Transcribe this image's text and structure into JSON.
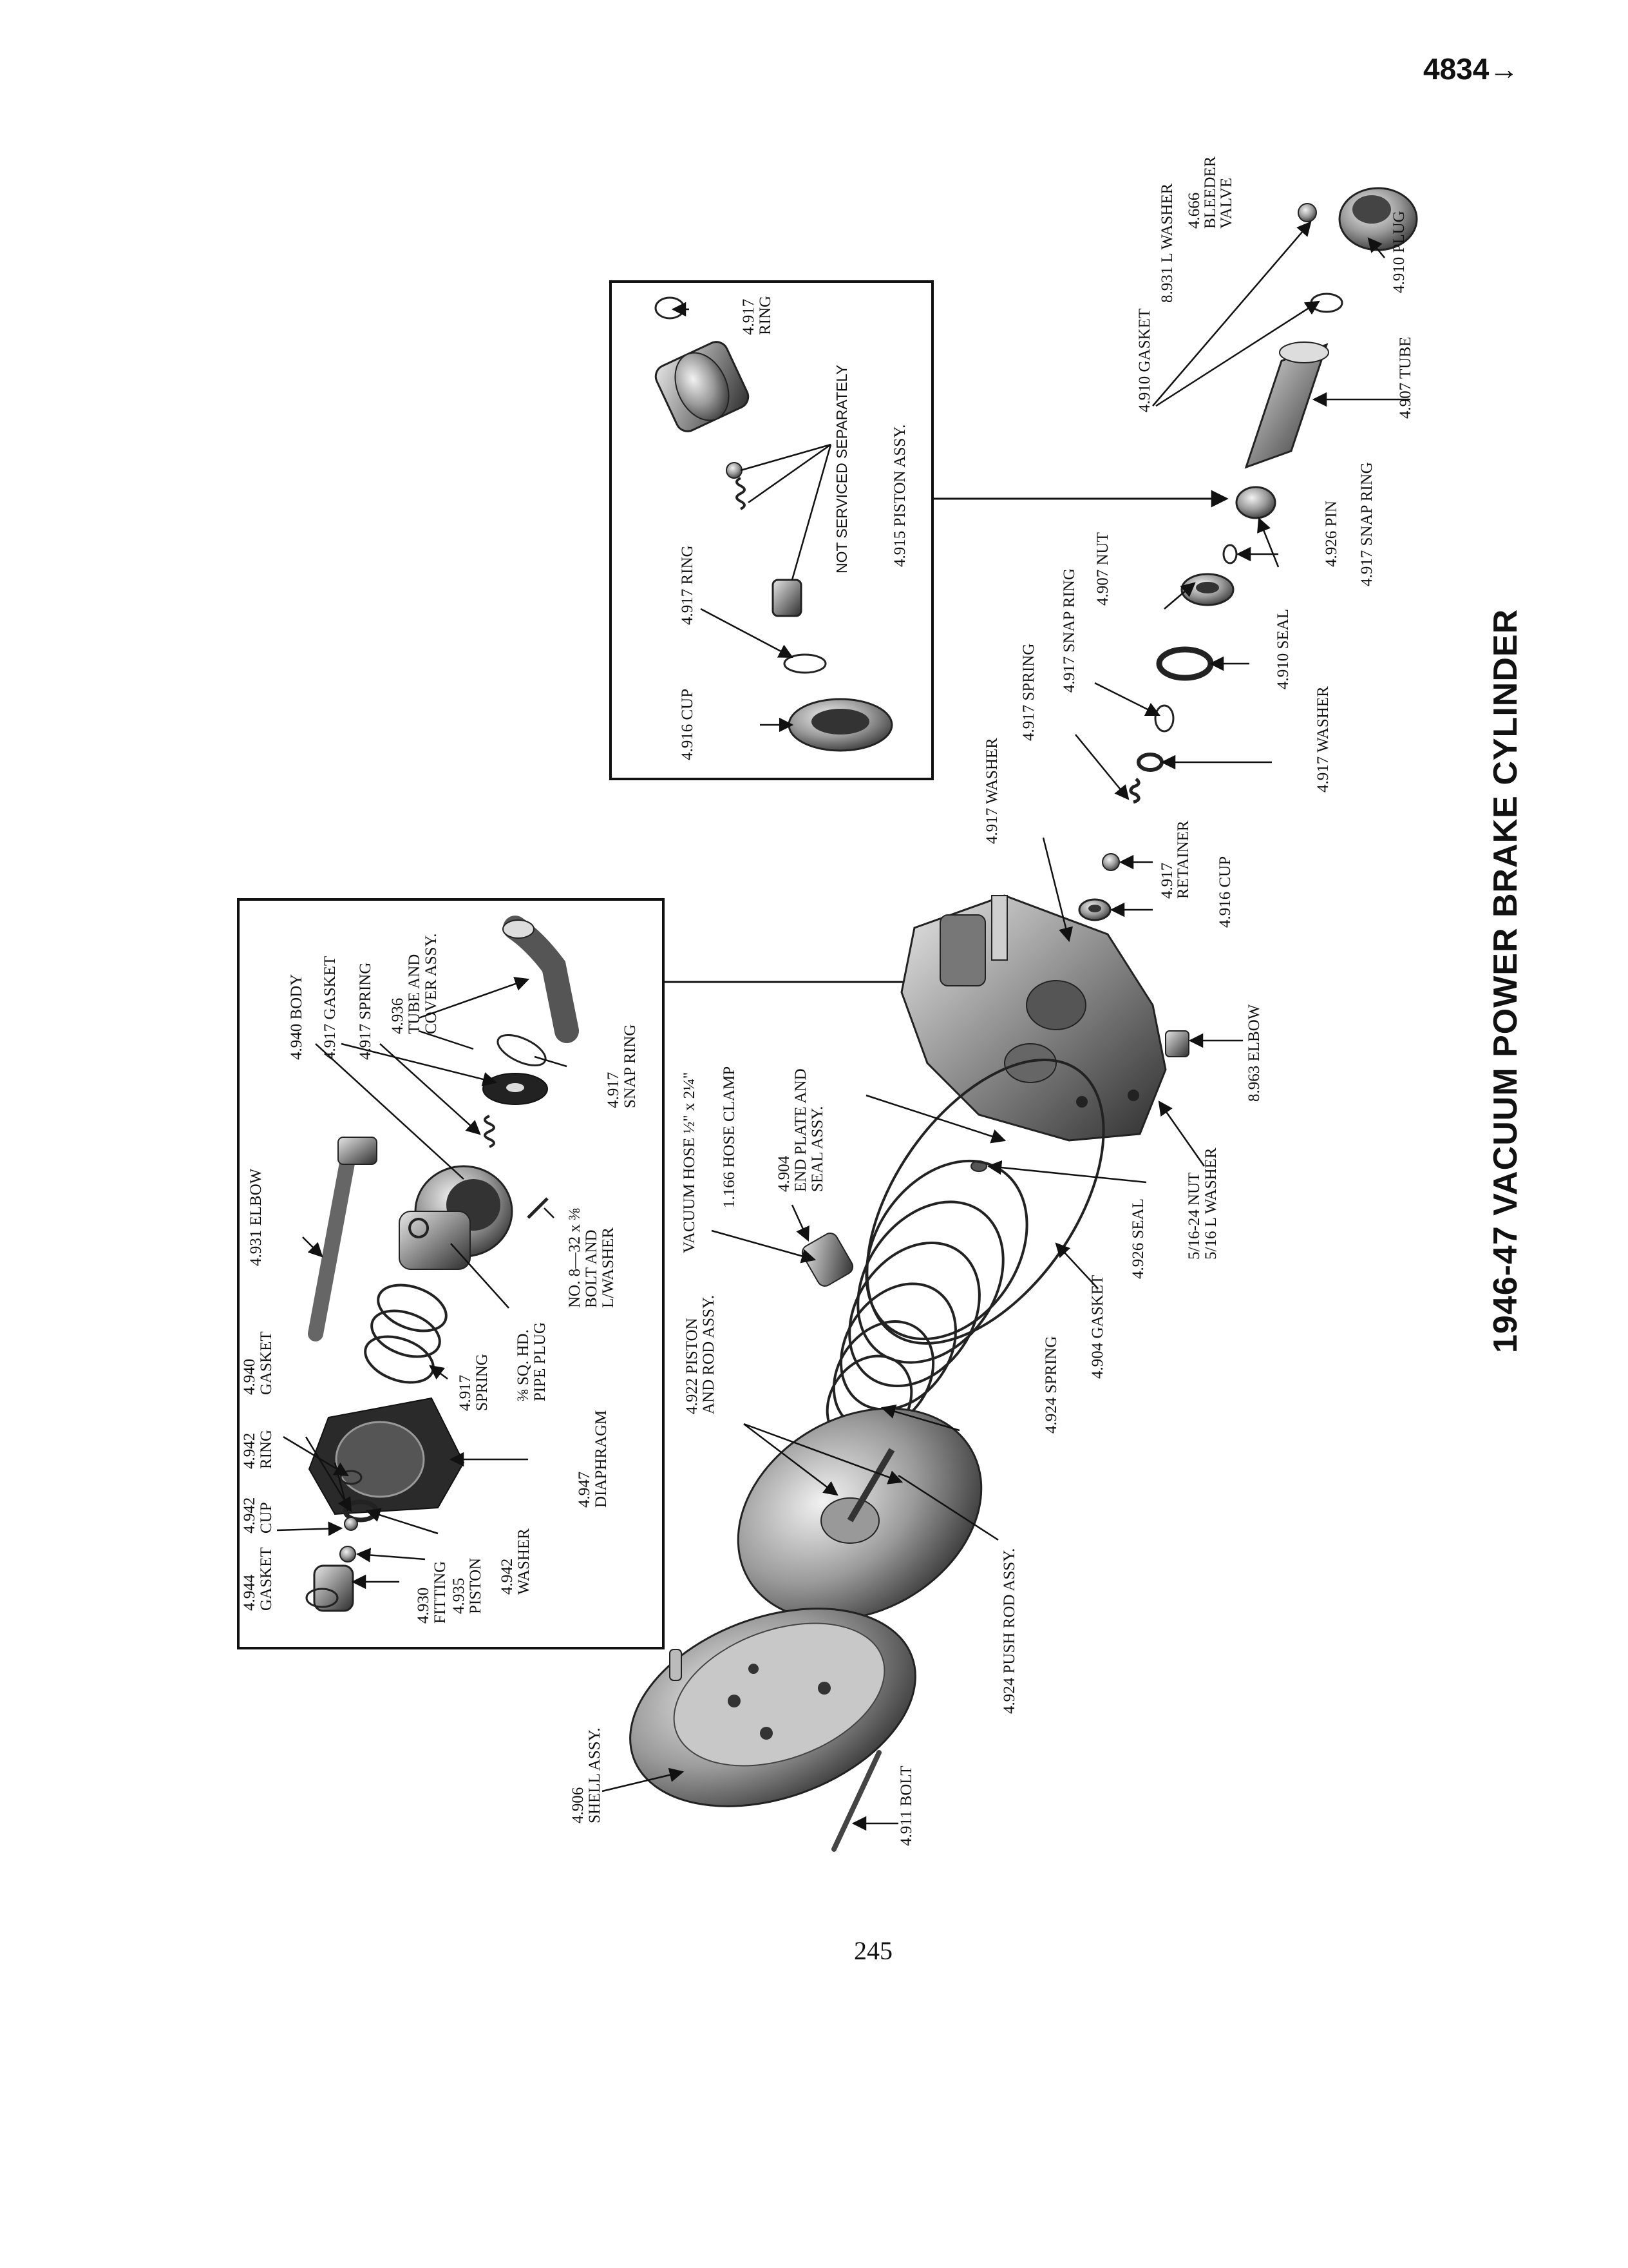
{
  "page": {
    "number_top": "4834→",
    "title": "1946-47 VACUUM POWER BRAKE CYLINDER",
    "number_bottom": "245"
  },
  "labels": [
    {
      "id": "l-4917-ring-top",
      "lines": [
        "4.917",
        "RING"
      ]
    },
    {
      "id": "l-not-serviced",
      "lines": [
        "NOT SERVICED SEPARATELY"
      ]
    },
    {
      "id": "l-4915",
      "lines": [
        "4.915 PISTON ASSY."
      ]
    },
    {
      "id": "l-4917-ring",
      "lines": [
        "4.917 RING"
      ]
    },
    {
      "id": "l-4916-cup-top",
      "lines": [
        "4.916 CUP"
      ]
    },
    {
      "id": "l-8931",
      "lines": [
        "8.931 L WASHER"
      ]
    },
    {
      "id": "l-4666",
      "lines": [
        "4.666",
        "BLEEDER",
        "VALVE"
      ]
    },
    {
      "id": "l-4910-plug",
      "lines": [
        "4.910 PLUG"
      ]
    },
    {
      "id": "l-4910-gasket",
      "lines": [
        "4.910 GASKET"
      ]
    },
    {
      "id": "l-4907-tube",
      "lines": [
        "4.907 TUBE"
      ]
    },
    {
      "id": "l-4926-pin",
      "lines": [
        "4.926 PIN"
      ]
    },
    {
      "id": "l-4917-snap-right",
      "lines": [
        "4.917 SNAP RING"
      ]
    },
    {
      "id": "l-4907-nut",
      "lines": [
        "4.907 NUT"
      ]
    },
    {
      "id": "l-4910-seal",
      "lines": [
        "4.910 SEAL"
      ]
    },
    {
      "id": "l-4917-snap-mid",
      "lines": [
        "4.917 SNAP RING"
      ]
    },
    {
      "id": "l-4917-spring-mid",
      "lines": [
        "4.917 SPRING"
      ]
    },
    {
      "id": "l-4917-washer-right",
      "lines": [
        "4.917 WASHER"
      ]
    },
    {
      "id": "l-4917-washer-mid",
      "lines": [
        "4.917 WASHER"
      ]
    },
    {
      "id": "l-4917-retainer",
      "lines": [
        "4.917",
        "RETAINER"
      ]
    },
    {
      "id": "l-4916-cup-mid",
      "lines": [
        "4.916 CUP"
      ]
    },
    {
      "id": "l-8963",
      "lines": [
        "8.963 ELBOW"
      ]
    },
    {
      "id": "l-516-nut",
      "lines": [
        "5/16-24 NUT",
        "5/16 L WASHER"
      ]
    },
    {
      "id": "l-4926-seal",
      "lines": [
        "4.926 SEAL"
      ]
    },
    {
      "id": "l-4904-gasket",
      "lines": [
        "4.904 GASKET"
      ]
    },
    {
      "id": "l-4904-end",
      "lines": [
        "4.904",
        "END PLATE AND",
        "SEAL ASSY."
      ]
    },
    {
      "id": "l-1166",
      "lines": [
        "1.166 HOSE CLAMP"
      ]
    },
    {
      "id": "l-vac-hose",
      "lines": [
        "VACUUM HOSE ½\" x 2¼\""
      ]
    },
    {
      "id": "l-4922",
      "lines": [
        "4.922 PISTON",
        "AND ROD ASSY."
      ]
    },
    {
      "id": "l-4924-spring",
      "lines": [
        "4.924 SPRING"
      ]
    },
    {
      "id": "l-4924-push",
      "lines": [
        "4.924 PUSH ROD ASSY."
      ]
    },
    {
      "id": "l-4906",
      "lines": [
        "4.906",
        "SHELL ASSY."
      ]
    },
    {
      "id": "l-4911",
      "lines": [
        "4.911 BOLT"
      ]
    },
    {
      "id": "l-4940-body",
      "lines": [
        "4.940 BODY"
      ]
    },
    {
      "id": "l-4917-gasket",
      "lines": [
        "4.917 GASKET"
      ]
    },
    {
      "id": "l-4917-spring-box",
      "lines": [
        "4.917 SPRING"
      ]
    },
    {
      "id": "l-4936",
      "lines": [
        "4.936",
        "TUBE AND",
        "COVER ASSY."
      ]
    },
    {
      "id": "l-4917-snap-box",
      "lines": [
        "4.917",
        "SNAP RING"
      ]
    },
    {
      "id": "l-4931",
      "lines": [
        "4.931 ELBOW"
      ]
    },
    {
      "id": "l-no8",
      "lines": [
        "NO. 8—32 x ⅜",
        "BOLT AND",
        "L/WASHER"
      ]
    },
    {
      "id": "l-pipe-plug",
      "lines": [
        "⅜ SQ. HD.",
        "PIPE PLUG"
      ]
    },
    {
      "id": "l-4917-spring-box2",
      "lines": [
        "4.917",
        "SPRING"
      ]
    },
    {
      "id": "l-4940-gasket",
      "lines": [
        "4.940",
        "GASKET"
      ]
    },
    {
      "id": "l-4942-ring",
      "lines": [
        "4.942",
        "RING"
      ]
    },
    {
      "id": "l-4942-cup",
      "lines": [
        "4.942",
        "CUP"
      ]
    },
    {
      "id": "l-4944",
      "lines": [
        "4.944",
        "GASKET"
      ]
    },
    {
      "id": "l-4947",
      "lines": [
        "4.947",
        "DIAPHRAGM"
      ]
    },
    {
      "id": "l-4942-washer",
      "lines": [
        "4.942",
        "WASHER"
      ]
    },
    {
      "id": "l-4935",
      "lines": [
        "4.935",
        "PISTON"
      ]
    },
    {
      "id": "l-4930",
      "lines": [
        "4.930",
        "FITTING"
      ]
    }
  ]
}
